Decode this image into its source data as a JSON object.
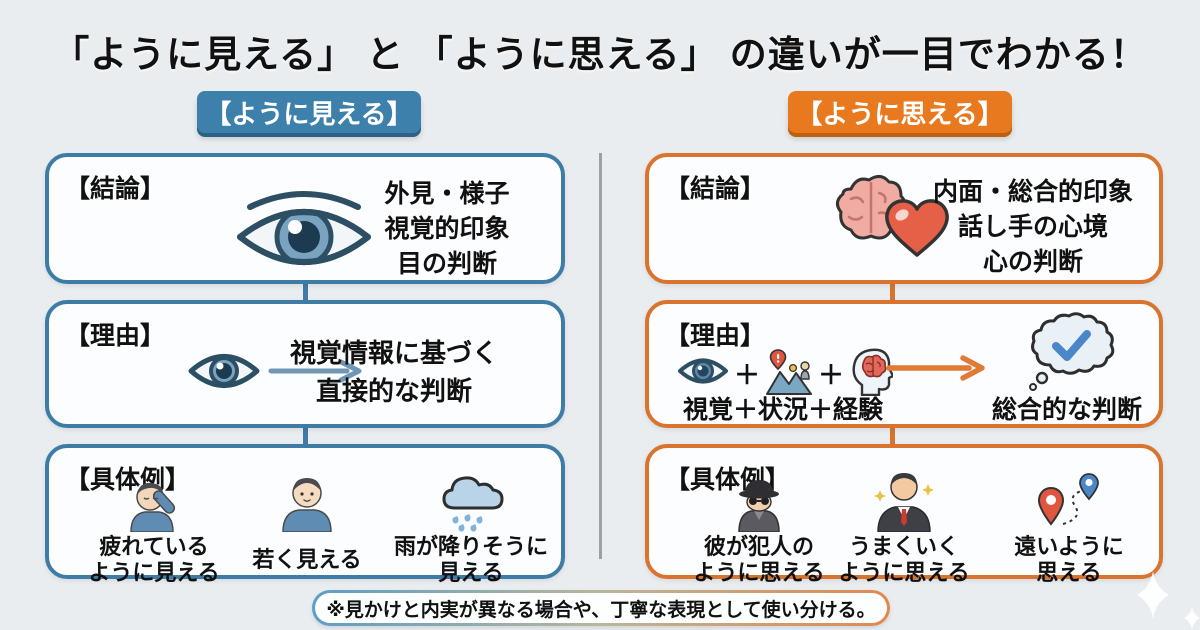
{
  "title": "「ように見える」 と 「ように思える」 の違いが一目でわかる！",
  "colors": {
    "background": "#e9edf0",
    "blue": "#3e7ca6",
    "blue_badge": "#3d80ab",
    "orange": "#d9742e",
    "orange_badge": "#e8791e",
    "divider_gray": "#9aa1a6",
    "text": "#111111"
  },
  "icons": {
    "left_conclusion": "eye-icon",
    "left_reason": "eye-icon, right-arrow-icon",
    "left_examples": "tired-person-icon, young-person-icon, rain-cloud-icon",
    "right_conclusion": "brain-heart-icon",
    "right_reason": "eye-icon, landscape-pin-icon, head-brain-icon, right-arrow-icon, thought-cloud-check-icon",
    "right_examples": "detective-icon, businessman-sparkle-icon, map-pins-route-icon",
    "corner": "sparkle-icon"
  },
  "left": {
    "badge": "【ように見える】",
    "conclusion": {
      "label": "【結論】",
      "lines": [
        "外見・様子",
        "視覚的印象",
        "目の判断"
      ]
    },
    "reason": {
      "label": "【理由】",
      "lines": [
        "視覚情報に基づく",
        "直接的な判断"
      ]
    },
    "examples": {
      "label": "【具体例】",
      "items": [
        {
          "lines": [
            "疲れている",
            "ように見える"
          ]
        },
        {
          "lines": [
            "若く見える"
          ]
        },
        {
          "lines": [
            "雨が降りそうに",
            "見える"
          ]
        }
      ]
    }
  },
  "right": {
    "badge": "【ように思える】",
    "conclusion": {
      "label": "【結論】",
      "lines": [
        "内面・総合的印象",
        "話し手の心境",
        "心の判断"
      ]
    },
    "reason": {
      "label": "【理由】",
      "plus": "＋",
      "formula": "視覚＋状況＋経験",
      "result": "総合的な判断"
    },
    "examples": {
      "label": "【具体例】",
      "items": [
        {
          "lines": [
            "彼が犯人の",
            "ように思える"
          ]
        },
        {
          "lines": [
            "うまくいく",
            "ように思える"
          ]
        },
        {
          "lines": [
            "遠いように",
            "思える"
          ]
        }
      ]
    }
  },
  "footer": {
    "note": "※見かけと内実が異なる場合や、丁寧な表現として使い分ける。"
  }
}
